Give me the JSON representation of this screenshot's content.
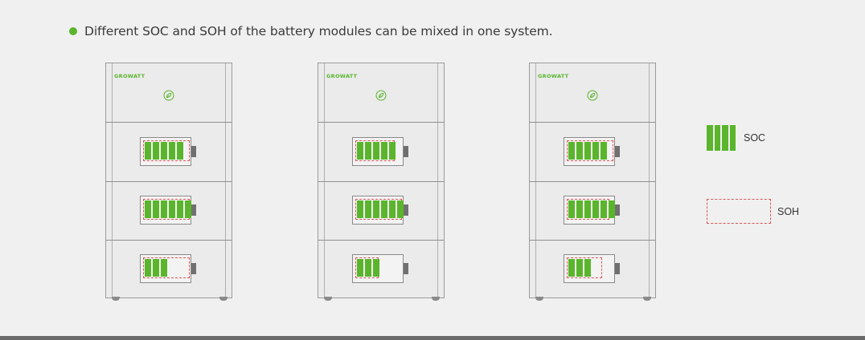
{
  "headline": "Different SOC and SOH of the battery modules can be mixed in one system.",
  "brand": "GROWATT",
  "colors": {
    "soc_green": "#5ab52c",
    "soh_red": "#e05555",
    "frame": "#9b9b9b"
  },
  "legend": {
    "soc_label": "SOC",
    "soh_label": "SOH"
  },
  "stacks": [
    {
      "modules": [
        {
          "soh_fraction": 1.0,
          "soc_cells": 5
        },
        {
          "soh_fraction": 1.0,
          "soc_cells": 6
        },
        {
          "soh_fraction": 1.0,
          "soc_cells": 3
        }
      ]
    },
    {
      "modules": [
        {
          "soh_fraction": 0.85,
          "soc_cells": 5
        },
        {
          "soh_fraction": 1.0,
          "soc_cells": 6
        },
        {
          "soh_fraction": 0.5,
          "soc_cells": 3
        }
      ]
    },
    {
      "modules": [
        {
          "soh_fraction": 1.0,
          "soc_cells": 5
        },
        {
          "soh_fraction": 0.92,
          "soc_cells": 6
        },
        {
          "soh_fraction": 0.75,
          "soc_cells": 3
        }
      ]
    }
  ]
}
